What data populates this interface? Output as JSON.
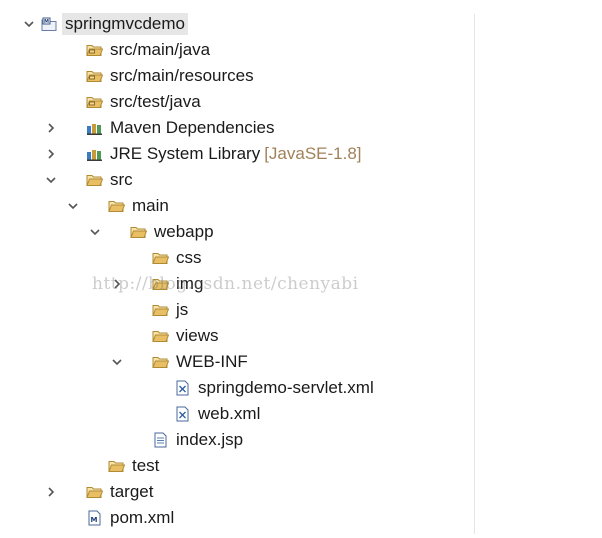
{
  "tree": [
    {
      "label": "springmvcdemo",
      "depth": 0,
      "twisty": "expanded",
      "icon": "project-icon",
      "selected": true
    },
    {
      "label": "src/main/java",
      "depth": 1,
      "twisty": "none",
      "icon": "source-folder-icon"
    },
    {
      "label": "src/main/resources",
      "depth": 1,
      "twisty": "none",
      "icon": "source-folder-icon"
    },
    {
      "label": "src/test/java",
      "depth": 1,
      "twisty": "none",
      "icon": "source-folder-icon"
    },
    {
      "label": "Maven Dependencies",
      "depth": 1,
      "twisty": "collapsed",
      "icon": "library-icon"
    },
    {
      "label": "JRE System Library",
      "decor": "[JavaSE-1.8]",
      "depth": 1,
      "twisty": "collapsed",
      "icon": "library-icon"
    },
    {
      "label": "src",
      "depth": 1,
      "twisty": "expanded",
      "icon": "folder-icon"
    },
    {
      "label": "main",
      "depth": 2,
      "twisty": "expanded",
      "icon": "folder-icon"
    },
    {
      "label": "webapp",
      "depth": 3,
      "twisty": "expanded",
      "icon": "folder-icon"
    },
    {
      "label": "css",
      "depth": 4,
      "twisty": "none",
      "icon": "folder-icon"
    },
    {
      "label": "img",
      "depth": 4,
      "twisty": "collapsed",
      "icon": "folder-icon"
    },
    {
      "label": "js",
      "depth": 4,
      "twisty": "none",
      "icon": "folder-icon"
    },
    {
      "label": "views",
      "depth": 4,
      "twisty": "none",
      "icon": "folder-icon"
    },
    {
      "label": "WEB-INF",
      "depth": 4,
      "twisty": "expanded",
      "icon": "folder-icon"
    },
    {
      "label": "springdemo-servlet.xml",
      "depth": 5,
      "twisty": "none",
      "icon": "xml-file-icon"
    },
    {
      "label": "web.xml",
      "depth": 5,
      "twisty": "none",
      "icon": "xml-file-icon"
    },
    {
      "label": "index.jsp",
      "depth": 4,
      "twisty": "none",
      "icon": "jsp-file-icon"
    },
    {
      "label": "test",
      "depth": 2,
      "twisty": "none",
      "icon": "folder-icon"
    },
    {
      "label": "target",
      "depth": 1,
      "twisty": "collapsed",
      "icon": "folder-icon"
    },
    {
      "label": "pom.xml",
      "depth": 1,
      "twisty": "none",
      "icon": "maven-pom-icon"
    }
  ],
  "watermark": "http://blog.csdn.net/chenyabi",
  "colors": {
    "folder": "#e8c063",
    "folder_stroke": "#b08a34",
    "twisty": "#555555",
    "decoration": "#a0815a",
    "selection": "#e6e6e6"
  }
}
